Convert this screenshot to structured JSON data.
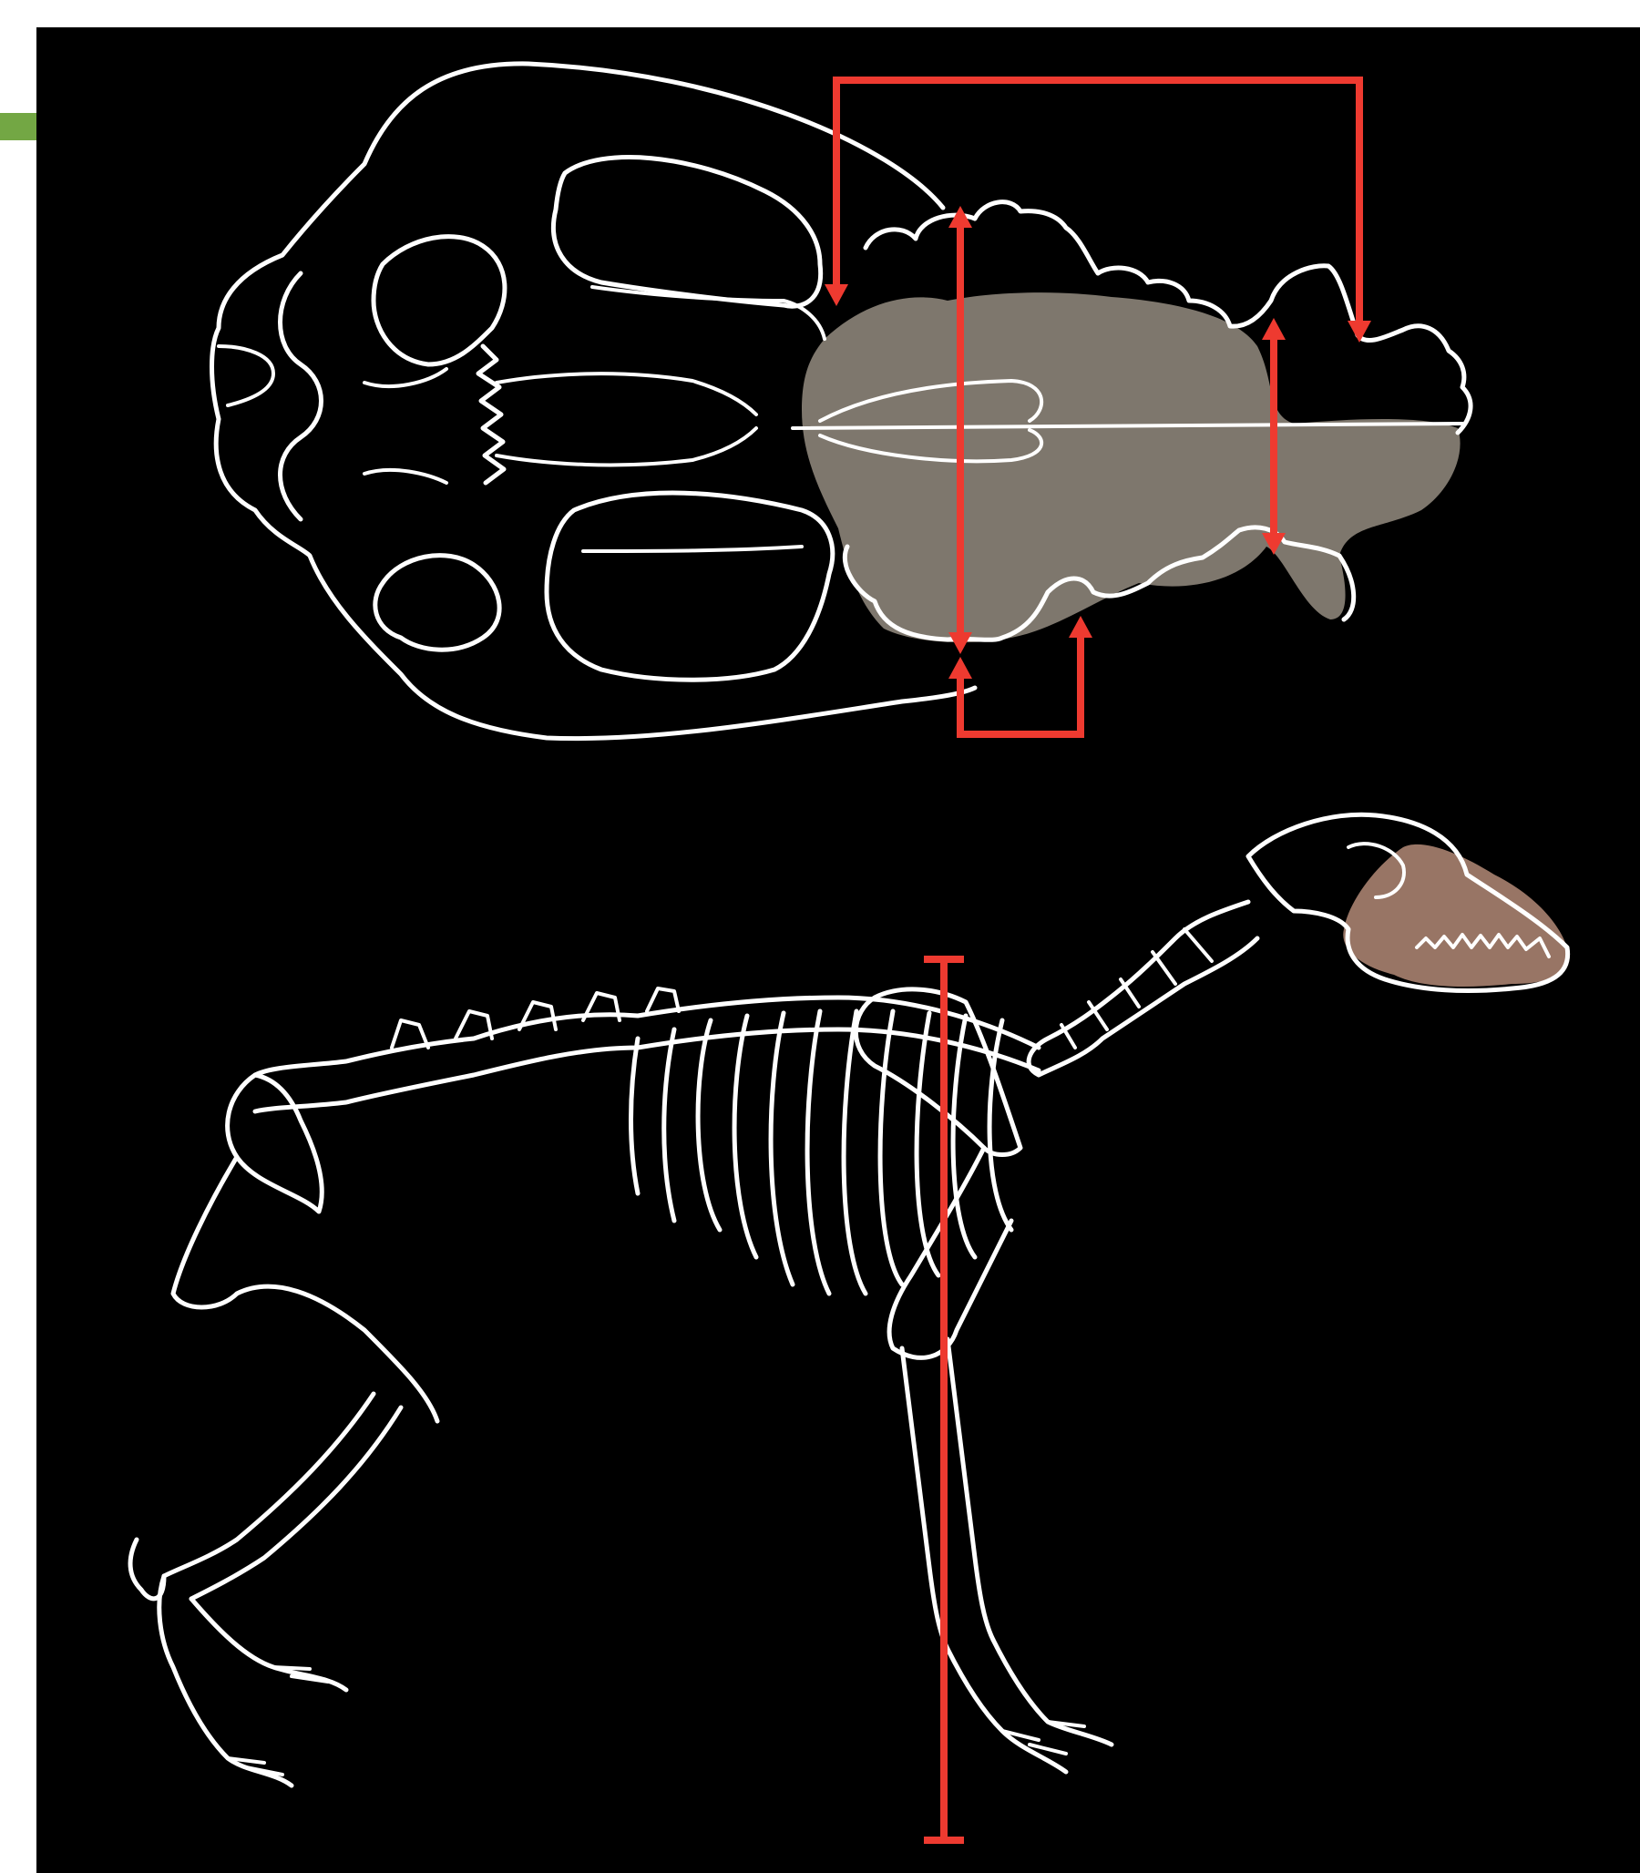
{
  "figure": {
    "background_color": "#000000",
    "outline_color": "#ffffff",
    "annotation_color": "#ee3a30",
    "accent_bar_color": "#73a744",
    "fossil_fragment_color": "#8c8479",
    "fossil_skull_color": "#a88270"
  },
  "panels": {
    "top": {
      "view": "dorsal",
      "subject": "skull"
    },
    "bottom": {
      "view": "lateral",
      "subject": "skeleton"
    }
  }
}
